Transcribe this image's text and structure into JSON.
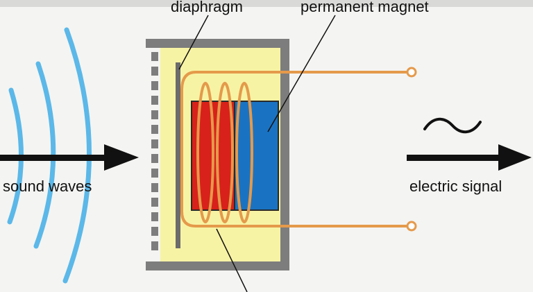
{
  "labels": {
    "diaphragm": "diaphragm",
    "permanent_magnet": "permanent magnet",
    "sound_waves": "sound waves",
    "electric_signal": "electric signal"
  },
  "colors": {
    "background": "#f4f4f2",
    "sound_wave": "#5bb8e8",
    "housing": "#7d7d7d",
    "housing_fill": "#f7f3a4",
    "magnet_south": "#d8211a",
    "magnet_north": "#1a73c2",
    "coil_wire": "#e59a4b",
    "arrow": "#111111"
  }
}
